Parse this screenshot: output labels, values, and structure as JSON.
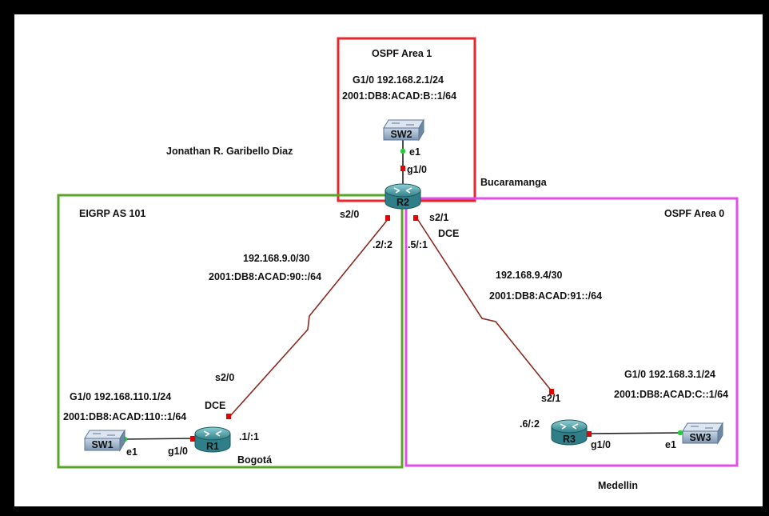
{
  "author": "Jonathan R. Garibello Diaz",
  "areas": {
    "ospf_area1": "OSPF Area 1",
    "eigrp": "EIGRP AS 101",
    "ospf_area0": "OSPF Area 0"
  },
  "colors": {
    "ospf_area1": "#e8262b",
    "eigrp": "#59a52a",
    "ospf_area0": "#e04fe6",
    "serial_link": "#8a2a20",
    "port_down": "#e60000",
    "port_up": "#22cc33"
  },
  "devices": {
    "r1": {
      "name": "R1",
      "location": "Bogotá",
      "icon": "router-icon"
    },
    "r2": {
      "name": "R2",
      "location": "Bucaramanga",
      "icon": "router-icon"
    },
    "r3": {
      "name": "R3",
      "location": "Medellin",
      "icon": "router-icon"
    },
    "sw1": {
      "name": "SW1",
      "icon": "switch-icon"
    },
    "sw2": {
      "name": "SW2",
      "icon": "switch-icon"
    },
    "sw3": {
      "name": "SW3",
      "icon": "switch-icon"
    }
  },
  "lan": {
    "r2": {
      "ipv4": "G1/0 192.168.2.1/24",
      "ipv6": "2001:DB8:ACAD:B::1/64"
    },
    "r1": {
      "ipv4": "G1/0 192.168.110.1/24",
      "ipv6": "2001:DB8:ACAD:110::1/64"
    },
    "r3": {
      "ipv4": "G1/0 192.168.3.1/24",
      "ipv6": "2001:DB8:ACAD:C::1/64"
    }
  },
  "wan": {
    "r1_r2": {
      "ipv4": "192.168.9.0/30",
      "ipv6": "2001:DB8:ACAD:90::/64"
    },
    "r2_r3": {
      "ipv4": "192.168.9.4/30",
      "ipv6": "2001:DB8:ACAD:91::/64"
    }
  },
  "interfaces": {
    "sw2_e1": "e1",
    "r2_g10": "g1/0",
    "r2_s20": "s2/0",
    "r2_s21": "s2/1",
    "r2_dce": "DCE",
    "r2_host_left": ".2/:2",
    "r2_host_right": ".5/:1",
    "r1_s20": "s2/0",
    "r1_dce": "DCE",
    "r1_host": ".1/:1",
    "r1_g10": "g1/0",
    "sw1_e1": "e1",
    "r3_s21": "s2/1",
    "r3_host": ".6/:2",
    "r3_g10": "g1/0",
    "sw3_e1": "e1"
  }
}
